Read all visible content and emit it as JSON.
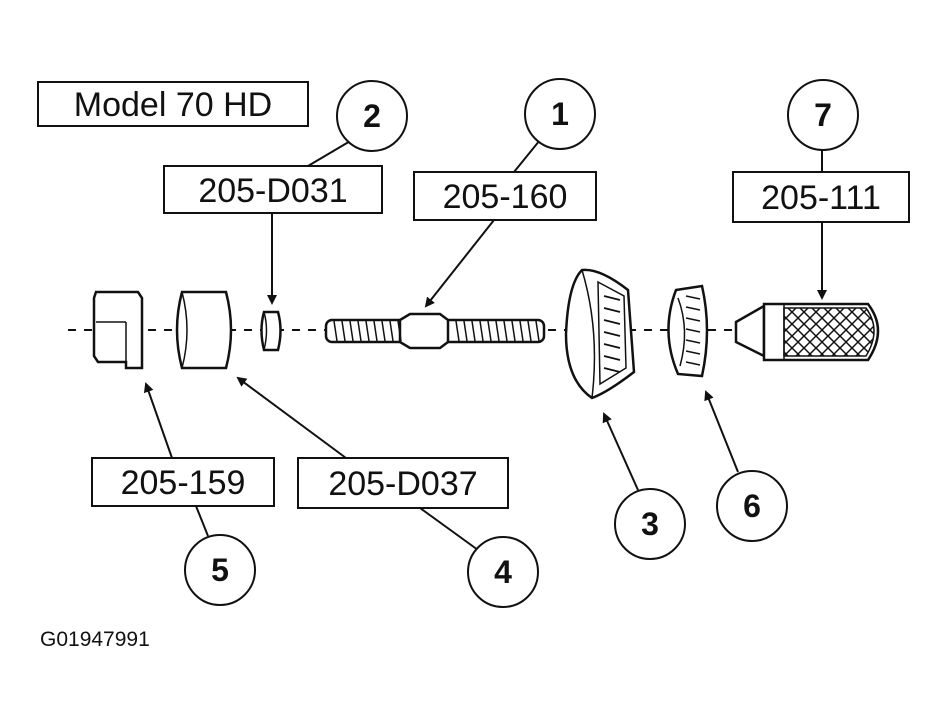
{
  "title": "Model 70 HD",
  "figure_id": "G01947991",
  "callouts": [
    {
      "number": "1",
      "tool": "205-160"
    },
    {
      "number": "2",
      "tool": "205-D031"
    },
    {
      "number": "3",
      "tool": ""
    },
    {
      "number": "4",
      "tool": "205-D037"
    },
    {
      "number": "5",
      "tool": "205-159"
    },
    {
      "number": "6",
      "tool": ""
    },
    {
      "number": "7",
      "tool": "205-111"
    }
  ]
}
